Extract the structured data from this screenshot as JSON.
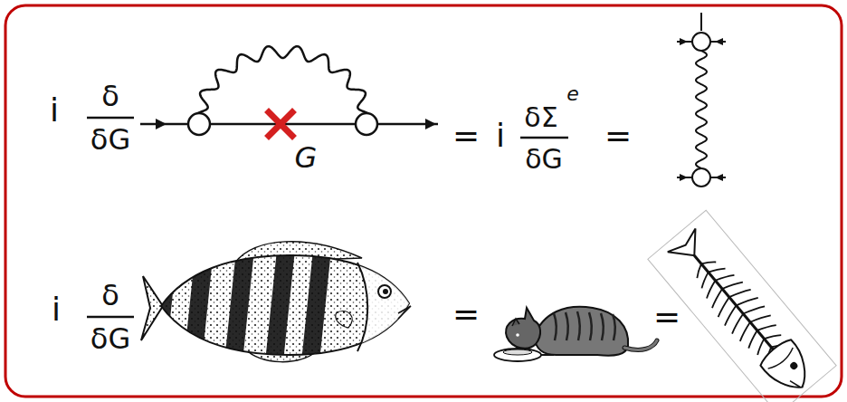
{
  "diagram": {
    "labels": [
      "i",
      "δ",
      "δG",
      "G",
      "=",
      "i",
      "δΣ",
      "e",
      "δG",
      "=",
      "i",
      "δ",
      "δG",
      "=",
      "="
    ]
  }
}
